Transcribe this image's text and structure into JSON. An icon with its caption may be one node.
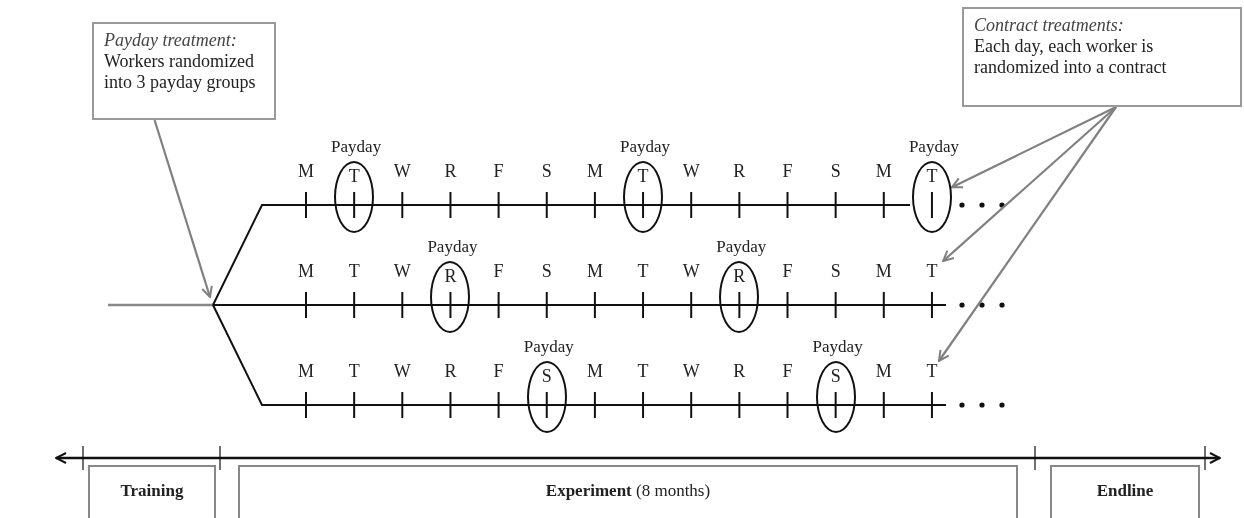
{
  "diagram": {
    "nodes": [
      {
        "text": [
          "Payday treatment:",
          "Workers randomized into 3 payday groups"
        ]
      },
      {
        "text": [
          "Contract treatments:",
          "Each day, each worker is randomized into a contract"
        ]
      },
      {
        "text": [
          "T"
        ],
        "beside": [
          "Payday"
        ]
      },
      {
        "text": [
          "T"
        ],
        "beside": [
          "Payday"
        ]
      },
      {
        "text": [
          "T"
        ],
        "beside": [
          "Payday"
        ]
      },
      {
        "text": [
          "R"
        ],
        "beside": [
          "Payday"
        ]
      },
      {
        "text": [
          "R"
        ],
        "beside": [
          "Payday"
        ]
      },
      {
        "text": [
          "S"
        ],
        "beside": [
          "Payday"
        ]
      },
      {
        "text": [
          "S"
        ],
        "beside": [
          "Payday"
        ]
      },
      {
        "text": [
          "T"
        ]
      },
      {
        "text": [
          "T"
        ]
      },
      {
        "text": [
          "Training"
        ]
      },
      {
        "text": [
          "**Experiment** (8 months)"
        ]
      },
      {
        "text": [
          "Endline"
        ]
      }
    ],
    "edges": [
      {
        "from": 0,
        "to": null,
        "arrow": "to",
        "color": "#808080"
      },
      {
        "from": 1,
        "to": 4,
        "arrow": "to",
        "color": "#808080"
      },
      {
        "from": 1,
        "to": 9,
        "arrow": "to",
        "color": "#808080"
      },
      {
        "from": 1,
        "to": 10,
        "arrow": "to",
        "color": "#808080"
      }
    ],
    "labels": [
      "M",
      "W",
      "R",
      "F",
      "S",
      "M",
      "W",
      "R",
      "F",
      "S",
      "M",
      "M",
      "T",
      "W",
      "F",
      "S",
      "M",
      "T",
      "W",
      "F",
      "S",
      "M",
      "M",
      "T",
      "W",
      "R",
      "F",
      "M",
      "T",
      "W",
      "R",
      "F",
      "M"
    ]
  }
}
